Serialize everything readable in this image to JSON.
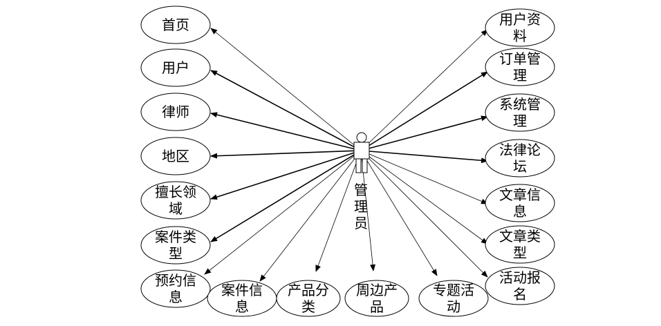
{
  "actor": {
    "label": "管理员",
    "lines": [
      "管",
      "理",
      "员"
    ]
  },
  "use_cases": [
    {
      "id": "home",
      "lines": [
        "首页"
      ]
    },
    {
      "id": "user",
      "lines": [
        "用户"
      ]
    },
    {
      "id": "lawyer",
      "lines": [
        "律师"
      ]
    },
    {
      "id": "region",
      "lines": [
        "地区"
      ]
    },
    {
      "id": "expertise",
      "lines": [
        "擅长领",
        "域"
      ]
    },
    {
      "id": "case-type",
      "lines": [
        "案件类",
        "型"
      ]
    },
    {
      "id": "appointment",
      "lines": [
        "预约信",
        "息"
      ]
    },
    {
      "id": "case-info",
      "lines": [
        "案件信",
        "息"
      ]
    },
    {
      "id": "product-category",
      "lines": [
        "产品分",
        "类"
      ]
    },
    {
      "id": "merch",
      "lines": [
        "周边产",
        "品"
      ]
    },
    {
      "id": "special-event",
      "lines": [
        "专题活",
        "动"
      ]
    },
    {
      "id": "event-signup",
      "lines": [
        "活动报",
        "名"
      ]
    },
    {
      "id": "profile",
      "lines": [
        "用户资",
        "料"
      ]
    },
    {
      "id": "order-mgmt",
      "lines": [
        "订单管",
        "理"
      ]
    },
    {
      "id": "system-mgmt",
      "lines": [
        "系统管",
        "理"
      ]
    },
    {
      "id": "law-forum",
      "lines": [
        "法律论",
        "坛"
      ]
    },
    {
      "id": "article-info",
      "lines": [
        "文章信",
        "息"
      ]
    },
    {
      "id": "article-type",
      "lines": [
        "文章类",
        "型"
      ]
    }
  ]
}
